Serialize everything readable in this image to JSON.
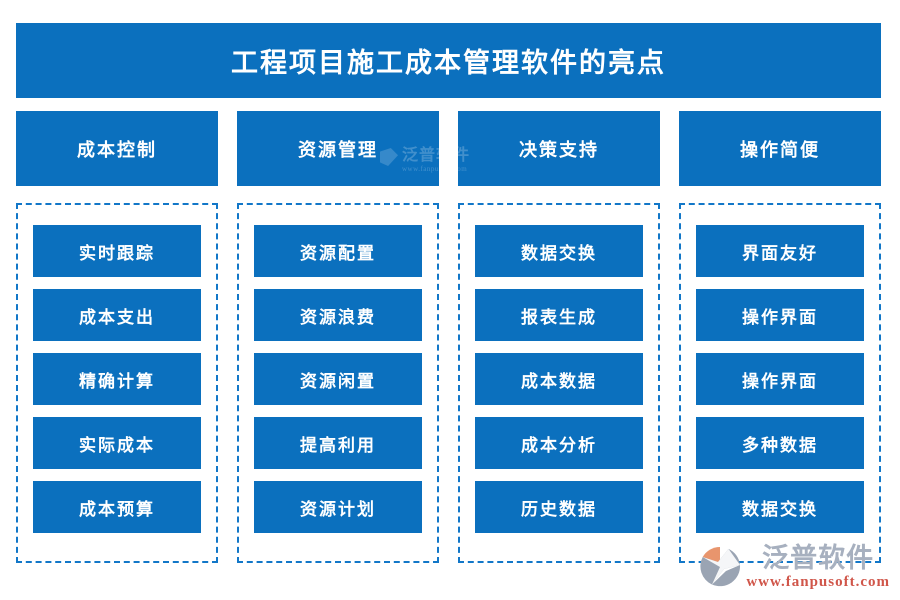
{
  "page": {
    "title": "工程项目施工成本管理软件的亮点"
  },
  "colors": {
    "primary_blue": "#0b70be",
    "dashed_border_blue": "#1277c8",
    "logo_gray": "#a7b0bf",
    "logo_red": "#d0564a",
    "text_white": "#ffffff"
  },
  "columns": [
    {
      "header": "成本控制",
      "items": [
        "实时跟踪",
        "成本支出",
        "精确计算",
        "实际成本",
        "成本预算"
      ]
    },
    {
      "header": "资源管理",
      "items": [
        "资源配置",
        "资源浪费",
        "资源闲置",
        "提高利用",
        "资源计划"
      ]
    },
    {
      "header": "决策支持",
      "items": [
        "数据交换",
        "报表生成",
        "成本数据",
        "成本分析",
        "历史数据"
      ]
    },
    {
      "header": "操作简便",
      "items": [
        "界面友好",
        "操作界面",
        "操作界面",
        "多种数据",
        "数据交换"
      ]
    }
  ],
  "watermark": {
    "text": "泛普软件",
    "subtext": "www.fanpusoft.com"
  },
  "logo": {
    "name": "泛普软件",
    "url": "www.fanpusoft.com"
  }
}
